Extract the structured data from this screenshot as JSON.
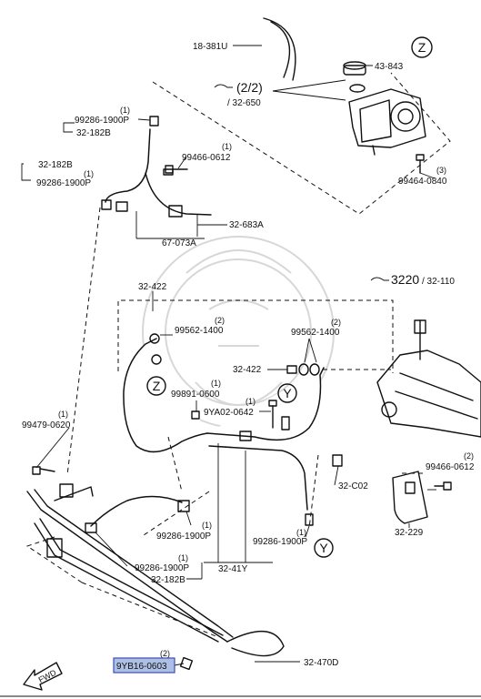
{
  "labels": {
    "belt": "18-381U",
    "cap": "43-843",
    "pump_ref": "(2/2)",
    "pump_ref_sub": "/ 32-650",
    "pump_bolt": "99464-0840",
    "pump_bolt_qty": "(3)",
    "clip_top": "99286-1900P",
    "clip_top_qty": "(1)",
    "clip_top_ref": "32-182B",
    "ref_182b_left": "32-182B",
    "clip_left": "99286-1900P",
    "clip_left_qty": "(1)",
    "bolt_top": "99466-0612",
    "bolt_top_qty": "(1)",
    "hose_683a": "32-683A",
    "clamp_073a": "67-073A",
    "gear_ref_num": "3220",
    "gear_ref_sub": "/ 32-110",
    "fitting_422_top": "32-422",
    "washer_left": "99562-1400",
    "washer_left_qty": "(2)",
    "washer_right": "99562-1400",
    "washer_right_qty": "(2)",
    "fitting_422_right": "32-422",
    "nut_0600": "99891-0600",
    "nut_0600_qty": "(1)",
    "bolt_9ya02": "9YA02-0642",
    "bolt_9ya02_qty": "(1)",
    "bolt_0620": "99479-0620",
    "bolt_0620_qty": "(1)",
    "bolt_right": "99466-0612",
    "bolt_right_qty": "(2)",
    "clip_c02": "32-C02",
    "bracket_229": "32-229",
    "clip_mid": "99286-1900P",
    "clip_mid_qty": "(1)",
    "clip_right": "99286-1900P",
    "clip_right_qty": "(1)",
    "clip_bottom": "99286-1900P",
    "clip_bottom_qty": "(1)",
    "ref_182b_bottom": "32-182B",
    "pipe_41y": "32-41Y",
    "pipe_470d": "32-470D",
    "bolt_highlight": "9YB16-0603",
    "bolt_highlight_qty": "(2)",
    "marker_z": "Z",
    "marker_y": "Y",
    "fwd": "FWD"
  },
  "colors": {
    "line": "#111111",
    "highlight_fill": "#aebfe6",
    "highlight_stroke": "#3a4fb0",
    "watermark": "#d7d7d7"
  }
}
